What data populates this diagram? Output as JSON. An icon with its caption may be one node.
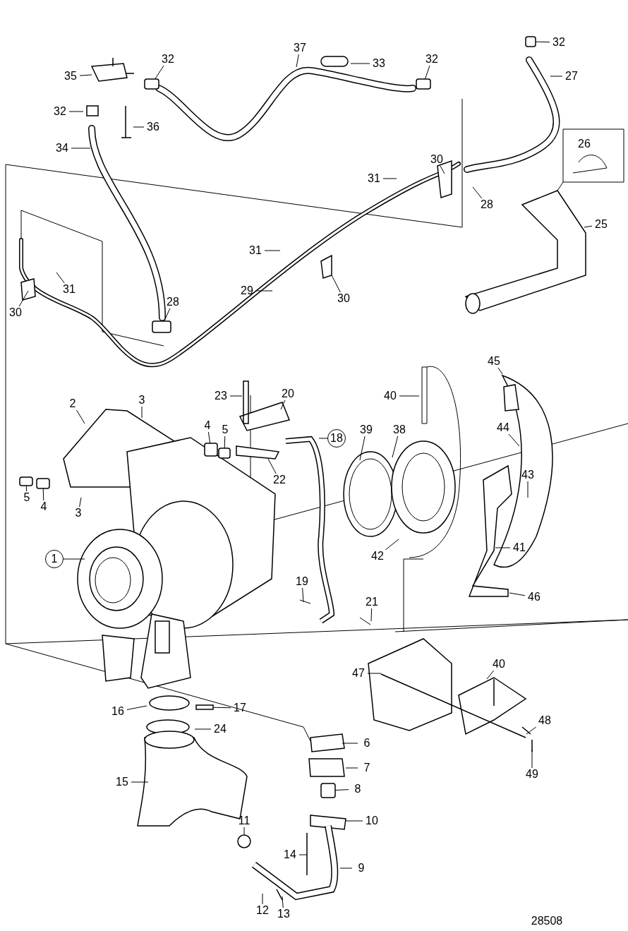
{
  "diagram": {
    "nodes": [
      {
        "text": [
          "35"
        ]
      },
      {
        "text": [
          "32"
        ]
      },
      {
        "text": [
          "37"
        ]
      },
      {
        "text": [
          "33"
        ]
      },
      {
        "text": [
          "32"
        ]
      },
      {
        "text": [
          "32"
        ]
      },
      {
        "text": [
          "27"
        ]
      },
      {
        "text": [
          "32"
        ]
      },
      {
        "text": [
          "36"
        ]
      },
      {
        "text": [
          "34"
        ]
      },
      {
        "text": [
          "30"
        ]
      },
      {
        "text": [
          "31"
        ]
      },
      {
        "text": [
          "28"
        ]
      },
      {
        "text": [
          "25"
        ]
      },
      {
        "text": [
          "31"
        ]
      },
      {
        "text": [
          "29"
        ]
      },
      {
        "text": [
          "30"
        ]
      },
      {
        "text": [
          "28"
        ]
      },
      {
        "text": [
          "31"
        ]
      },
      {
        "text": [
          "30"
        ]
      },
      {
        "text": [
          "45"
        ]
      },
      {
        "text": [
          "40"
        ]
      },
      {
        "text": [
          "23"
        ]
      },
      {
        "text": [
          "20"
        ]
      },
      {
        "text": [
          "3"
        ]
      },
      {
        "text": [
          "2"
        ]
      },
      {
        "text": [
          "39"
        ]
      },
      {
        "text": [
          "38"
        ]
      },
      {
        "text": [
          "44"
        ]
      },
      {
        "text": [
          "18"
        ]
      },
      {
        "text": [
          "4"
        ]
      },
      {
        "text": [
          "5"
        ]
      },
      {
        "text": [
          "22"
        ]
      },
      {
        "text": [
          "43"
        ]
      },
      {
        "text": [
          "5"
        ]
      },
      {
        "text": [
          "4"
        ]
      },
      {
        "text": [
          "3"
        ]
      },
      {
        "text": [
          "1"
        ]
      },
      {
        "text": [
          "42"
        ]
      },
      {
        "text": [
          "41"
        ]
      },
      {
        "text": [
          "46"
        ]
      },
      {
        "text": [
          "19"
        ]
      },
      {
        "text": [
          "21"
        ]
      },
      {
        "text": [
          "47"
        ]
      },
      {
        "text": [
          "40"
        ]
      },
      {
        "text": [
          "16"
        ]
      },
      {
        "text": [
          "17"
        ]
      },
      {
        "text": [
          "24"
        ]
      },
      {
        "text": [
          "6"
        ]
      },
      {
        "text": [
          "48"
        ]
      },
      {
        "text": [
          "7"
        ]
      },
      {
        "text": [
          "49"
        ]
      },
      {
        "text": [
          "15"
        ]
      },
      {
        "text": [
          "8"
        ]
      },
      {
        "text": [
          "10"
        ]
      },
      {
        "text": [
          "11"
        ]
      },
      {
        "text": [
          "14"
        ]
      },
      {
        "text": [
          "9"
        ]
      },
      {
        "text": [
          "12"
        ]
      },
      {
        "text": [
          "13"
        ]
      },
      {
        "text": [],
        "shape": "box"
      },
      {
        "text": [],
        "shape": "box"
      },
      {
        "text": [],
        "shape": "box"
      },
      {
        "text": [],
        "shape": "box"
      },
      {
        "text": [],
        "shape": "box"
      },
      {
        "text": [],
        "shape": "box"
      },
      {
        "text": [],
        "shape": "box"
      },
      {
        "text": [],
        "shape": "box"
      },
      {
        "text": [],
        "shape": "bar"
      },
      {
        "text": [],
        "shape": "box"
      },
      {
        "text": [],
        "shape": "circle"
      }
    ],
    "edges": [
      {
        "from": 0,
        "to": null,
        "arrow": "none"
      },
      {
        "from": 1,
        "to": 60,
        "arrow": "none"
      },
      {
        "from": 2,
        "to": null,
        "arrow": "none"
      },
      {
        "from": 3,
        "to": null,
        "arrow": "none"
      },
      {
        "from": 4,
        "to": 61,
        "arrow": "none"
      },
      {
        "from": 5,
        "to": 62,
        "arrow": "none"
      },
      {
        "from": 6,
        "to": null,
        "arrow": "none"
      },
      {
        "from": 7,
        "to": null,
        "arrow": "none"
      },
      {
        "from": 8,
        "to": null,
        "arrow": "none"
      },
      {
        "from": 9,
        "to": null,
        "arrow": "none"
      },
      {
        "from": 10,
        "to": null,
        "arrow": "none"
      },
      {
        "from": 11,
        "to": null,
        "arrow": "none"
      },
      {
        "from": 12,
        "to": null,
        "arrow": "none"
      },
      {
        "from": 13,
        "to": null,
        "arrow": "none"
      },
      {
        "from": 14,
        "to": null,
        "arrow": "none"
      },
      {
        "from": 15,
        "to": null,
        "arrow": "none"
      },
      {
        "from": 16,
        "to": null,
        "arrow": "none"
      },
      {
        "from": 17,
        "to": 63,
        "arrow": "none"
      },
      {
        "from": 18,
        "to": null,
        "arrow": "none"
      },
      {
        "from": 19,
        "to": null,
        "arrow": "none"
      },
      {
        "from": 20,
        "to": null,
        "arrow": "none"
      },
      {
        "from": 21,
        "to": null,
        "arrow": "none"
      },
      {
        "from": 22,
        "to": null,
        "arrow": "none"
      },
      {
        "from": 23,
        "to": null,
        "arrow": "none"
      },
      {
        "from": 24,
        "to": null,
        "arrow": "none"
      },
      {
        "from": 25,
        "to": null,
        "arrow": "none"
      },
      {
        "from": 26,
        "to": null,
        "arrow": "none"
      },
      {
        "from": 27,
        "to": null,
        "arrow": "none"
      },
      {
        "from": 28,
        "to": null,
        "arrow": "none"
      },
      {
        "from": 29,
        "to": null,
        "arrow": "none"
      },
      {
        "from": 30,
        "to": 64,
        "arrow": "none"
      },
      {
        "from": 31,
        "to": 65,
        "arrow": "none"
      },
      {
        "from": 32,
        "to": null,
        "arrow": "none"
      },
      {
        "from": 33,
        "to": null,
        "arrow": "none"
      },
      {
        "from": 34,
        "to": 66,
        "arrow": "none"
      },
      {
        "from": 35,
        "to": 67,
        "arrow": "none"
      },
      {
        "from": 36,
        "to": null,
        "arrow": "none"
      },
      {
        "from": 37,
        "to": null,
        "arrow": "none"
      },
      {
        "from": 38,
        "to": null,
        "arrow": "none"
      },
      {
        "from": 39,
        "to": null,
        "arrow": "none"
      },
      {
        "from": 40,
        "to": null,
        "arrow": "none"
      },
      {
        "from": 41,
        "to": null,
        "arrow": "none"
      },
      {
        "from": 42,
        "to": null,
        "arrow": "none"
      },
      {
        "from": 43,
        "to": null,
        "arrow": "none"
      },
      {
        "from": 44,
        "to": null,
        "arrow": "none"
      },
      {
        "from": 45,
        "to": null,
        "arrow": "none"
      },
      {
        "from": 46,
        "to": 68,
        "arrow": "none"
      },
      {
        "from": 47,
        "to": null,
        "arrow": "none"
      },
      {
        "from": 48,
        "to": null,
        "arrow": "none"
      },
      {
        "from": 49,
        "to": null,
        "arrow": "none"
      },
      {
        "from": 50,
        "to": null,
        "arrow": "none"
      },
      {
        "from": 51,
        "to": null,
        "arrow": "none"
      },
      {
        "from": 52,
        "to": null,
        "arrow": "none"
      },
      {
        "from": 53,
        "to": 69,
        "arrow": "none"
      },
      {
        "from": 54,
        "to": null,
        "arrow": "none"
      },
      {
        "from": 55,
        "to": 70,
        "arrow": "none"
      },
      {
        "from": 56,
        "to": null,
        "arrow": "none"
      },
      {
        "from": 57,
        "to": null,
        "arrow": "none"
      },
      {
        "from": 58,
        "to": null,
        "arrow": "none"
      },
      {
        "from": 59,
        "to": null,
        "arrow": "none"
      }
    ],
    "labels": [
      "26",
      "28508"
    ]
  }
}
